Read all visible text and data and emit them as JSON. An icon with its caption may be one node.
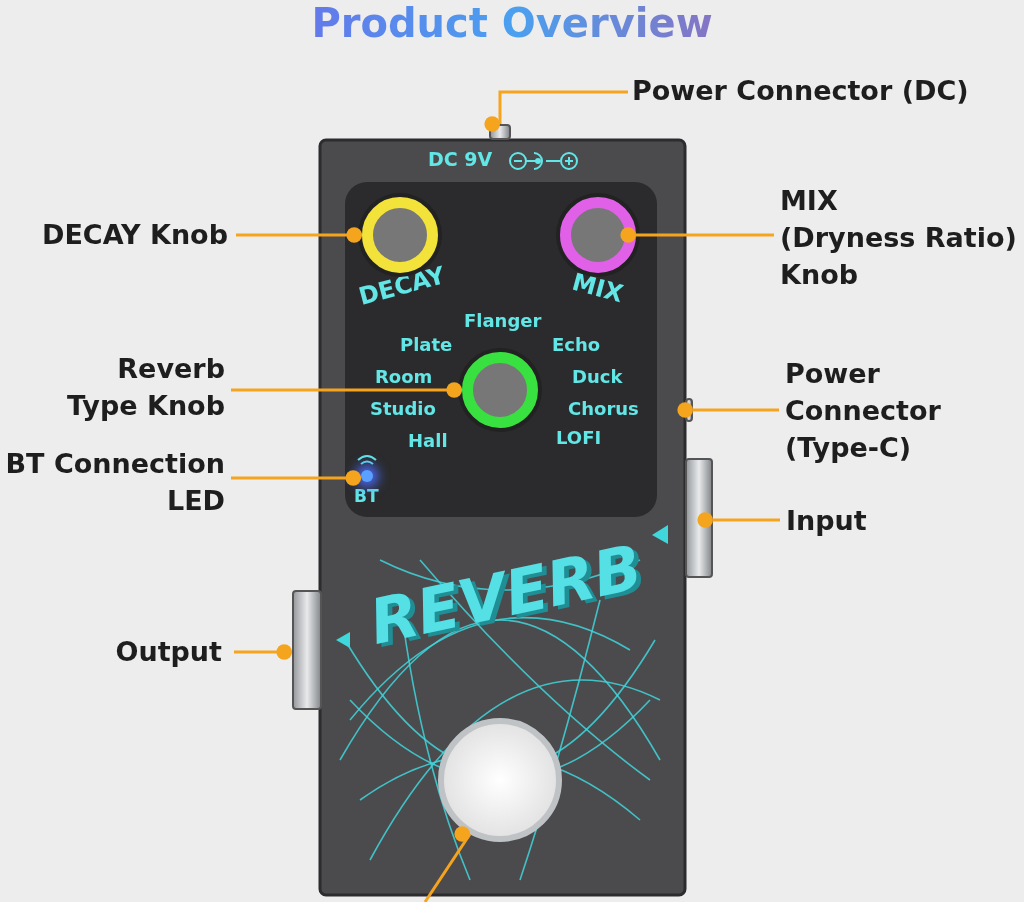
{
  "diagram": {
    "title": "Product Overview",
    "nodes": [
      {
        "text": [
          "Power Connector (DC)"
        ]
      },
      {
        "text": [],
        "shape": "box"
      },
      {
        "text": [
          "DECAY Knob"
        ]
      },
      {
        "text": [],
        "shape": "circle"
      },
      {
        "text": [
          "MIX (Dryness Ratio) Knob"
        ]
      },
      {
        "text": [],
        "shape": "circle"
      },
      {
        "text": [
          "Reverb Type Knob"
        ]
      },
      {
        "text": [],
        "shape": "circle"
      },
      {
        "text": [
          "Power Connector (Type-C)"
        ]
      },
      {
        "text": [],
        "shape": "box"
      },
      {
        "text": [
          "BT Connection LED"
        ]
      },
      {
        "text": [],
        "shape": "circle"
      },
      {
        "text": [
          "Input"
        ]
      },
      {
        "text": [],
        "shape": "box"
      },
      {
        "text": [
          "Output"
        ]
      },
      {
        "text": [],
        "shape": "box"
      },
      {
        "text": [],
        "shape": "circle"
      }
    ],
    "edges": [
      {
        "from": 0,
        "to": 1,
        "arrow": "other"
      },
      {
        "from": 2,
        "to": 3,
        "arrow": "other"
      },
      {
        "from": 4,
        "to": 5,
        "arrow": "other"
      },
      {
        "from": 6,
        "to": 7,
        "arrow": "other"
      },
      {
        "from": 8,
        "to": 9,
        "arrow": "other"
      },
      {
        "from": 10,
        "to": 11,
        "arrow": "other"
      },
      {
        "from": 12,
        "to": 13,
        "arrow": "other"
      },
      {
        "from": 14,
        "to": 15,
        "arrow": "other"
      },
      {
        "from": null,
        "to": 16,
        "arrow": "other"
      }
    ],
    "labels": [
      "DC 9V",
      "DECAY",
      "MIX",
      "Flanger",
      "Plate",
      "Echo",
      "Room",
      "Duck",
      "Studio",
      "Chorus",
      "Hall",
      "LOFI",
      "BT",
      "REVERB"
    ]
  }
}
